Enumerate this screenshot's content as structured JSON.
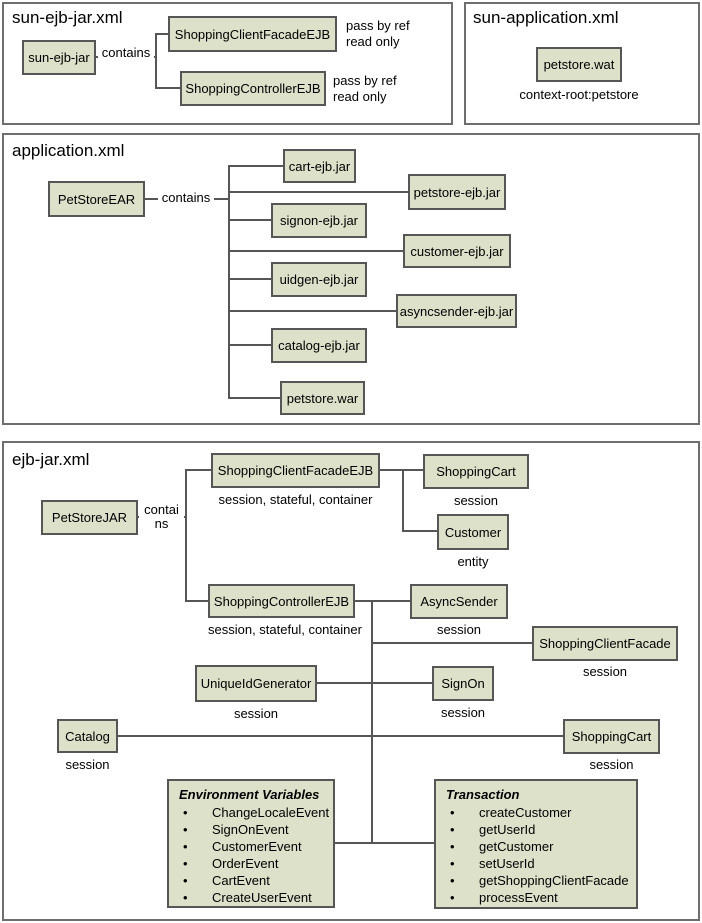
{
  "colors": {
    "node_fill": "#dde1ca",
    "node_border": "#565656",
    "panel_border": "#6e6e6e",
    "background": "#ffffff"
  },
  "sun_ejb_jar_panel": {
    "title": "sun-ejb-jar.xml",
    "root": "sun-ejb-jar",
    "relation": "contains",
    "facade": {
      "label": "ShoppingClientFacadeEJB",
      "note_line1": "pass by ref",
      "note_line2": "read only"
    },
    "controller": {
      "label": "ShoppingControllerEJB",
      "note_line1": "pass by ref",
      "note_line2": "read only"
    }
  },
  "sun_application_panel": {
    "title": "sun-application.xml",
    "war": "petstore.wat",
    "context_root": "context-root:petstore"
  },
  "application_panel": {
    "title": "application.xml",
    "root": "PetStoreEAR",
    "relation": "contains",
    "modules": [
      "cart-ejb.jar",
      "petstore-ejb.jar",
      "signon-ejb.jar",
      "customer-ejb.jar",
      "uidgen-ejb.jar",
      "asyncsender-ejb.jar",
      "catalog-ejb.jar",
      "petstore.war"
    ]
  },
  "ejb_jar_panel": {
    "title": "ejb-jar.xml",
    "root": "PetStoreJAR",
    "relation_line1": "contai",
    "relation_line2": "ns",
    "facade": {
      "label": "ShoppingClientFacadeEJB",
      "type": "session, stateful, container"
    },
    "controller": {
      "label": "ShoppingControllerEJB",
      "type": "session, stateful, container"
    },
    "shopping_cart_top": {
      "label": "ShoppingCart",
      "type": "session"
    },
    "customer": {
      "label": "Customer",
      "type": "entity"
    },
    "async_sender": {
      "label": "AsyncSender",
      "type": "session"
    },
    "shopping_client_facade": {
      "label": "ShoppingClientFacade",
      "type": "session"
    },
    "unique_id_generator": {
      "label": "UniqueIdGenerator",
      "type": "session"
    },
    "sign_on": {
      "label": "SignOn",
      "type": "session"
    },
    "catalog": {
      "label": "Catalog",
      "type": "session"
    },
    "shopping_cart_bottom": {
      "label": "ShoppingCart",
      "type": "session"
    },
    "environment_variables": {
      "title": "Environment Variables",
      "items": [
        "ChangeLocaleEvent",
        "SignOnEvent",
        "CustomerEvent",
        "OrderEvent",
        "CartEvent",
        "CreateUserEvent"
      ]
    },
    "transaction": {
      "title": "Transaction",
      "items": [
        "createCustomer",
        "getUserId",
        "getCustomer",
        "setUserId",
        "getShoppingClientFacade",
        "processEvent"
      ]
    }
  }
}
